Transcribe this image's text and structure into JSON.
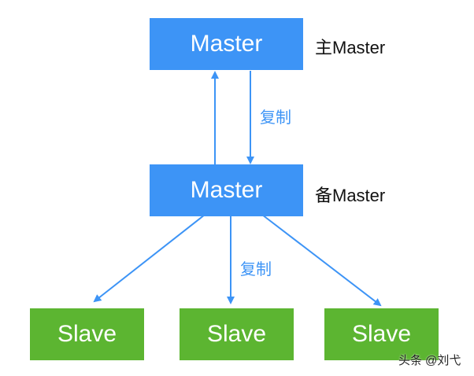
{
  "nodes": {
    "primary_master": "Master",
    "standby_master": "Master",
    "slaves": [
      "Slave",
      "Slave",
      "Slave"
    ]
  },
  "labels": {
    "primary": "主Master",
    "standby": "备Master",
    "replication_top": "复制",
    "replication_bottom": "复制"
  },
  "watermark": "头条 @刘弋",
  "colors": {
    "master": "#3d94f6",
    "slave": "#5cb531",
    "arrow": "#3d94f6"
  }
}
